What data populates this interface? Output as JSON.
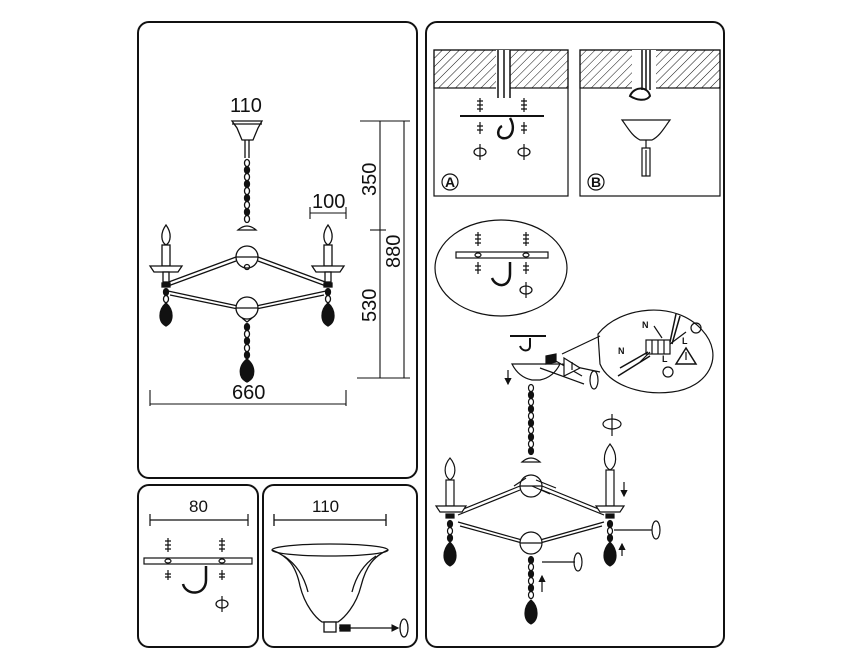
{
  "main_drawing": {
    "top_canopy_width": "110",
    "arm_cup_width": "100",
    "hang_length": "350",
    "total_height": "880",
    "body_height": "530",
    "overall_width": "660"
  },
  "mount_detail": {
    "plate_width": "80"
  },
  "canopy_detail": {
    "canopy_width": "110"
  },
  "install_steps": {
    "step_a": "A",
    "step_b": "B",
    "wire_n1": "N",
    "wire_n2": "N",
    "wire_l1": "L",
    "wire_l2": "L"
  }
}
